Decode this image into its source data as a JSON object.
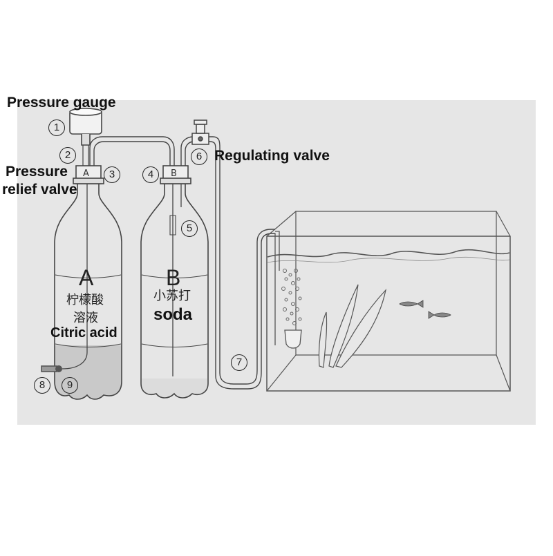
{
  "labels": {
    "pressure_gauge": "Pressure gauge",
    "pressure_relief_line1": "Pressure",
    "pressure_relief_line2": "relief valve",
    "regulating_valve": "Regulating valve",
    "citric_acid": "Citric acid",
    "soda": "soda",
    "bottle_a_letter": "A",
    "bottle_a_cn_line1": "柠檬酸",
    "bottle_a_cn_line2": "溶液",
    "bottle_b_letter": "B",
    "bottle_b_cn": "小苏打",
    "cap_a": "A",
    "cap_b": "B"
  },
  "callouts": [
    "1",
    "2",
    "3",
    "4",
    "5",
    "6",
    "7",
    "8",
    "9"
  ],
  "colors": {
    "background": "#e6e6e6",
    "line": "#444444",
    "liquid": "#c8c8c8"
  }
}
